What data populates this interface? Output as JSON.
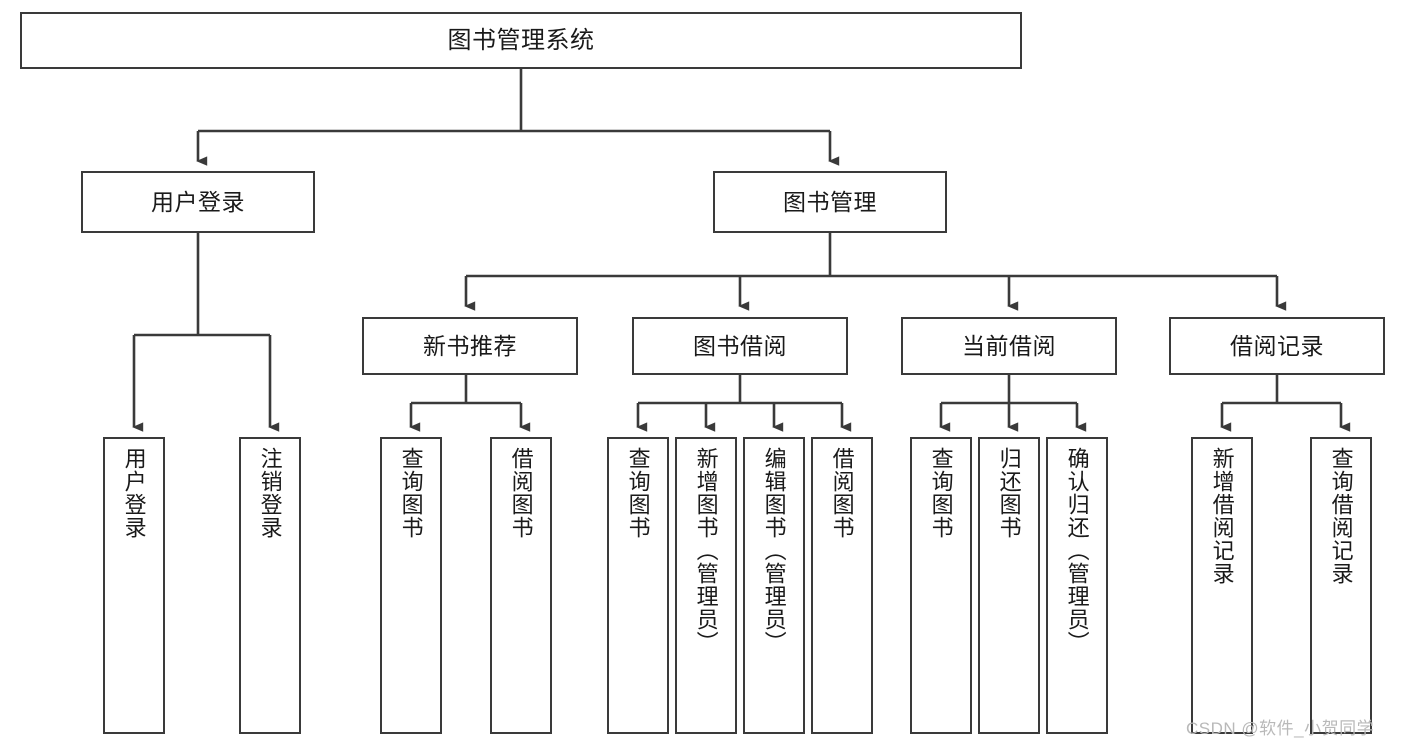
{
  "diagram": {
    "type": "hierarchy-tree",
    "title": "图书管理系统",
    "watermark": "CSDN @软件_小贺同学",
    "colors": {
      "background": "#ffffff",
      "box_border": "#3a3a3a",
      "box_fill": "#ffffff",
      "connector": "#3a3a3a",
      "text": "#1a1a1a",
      "watermark": "#b9b9b9"
    },
    "root": {
      "label": "图书管理系统"
    },
    "level2": [
      {
        "label": "用户登录"
      },
      {
        "label": "图书管理"
      }
    ],
    "level3": [
      {
        "label": "新书推荐"
      },
      {
        "label": "图书借阅"
      },
      {
        "label": "当前借阅"
      },
      {
        "label": "借阅记录"
      }
    ],
    "leaves": {
      "user_login": [
        {
          "label": "用户登录"
        },
        {
          "label": "注销登录"
        }
      ],
      "new_book_recommend": [
        {
          "label": "查询图书"
        },
        {
          "label": "借阅图书"
        }
      ],
      "book_borrow": [
        {
          "label": "查询图书"
        },
        {
          "label": "新增图书（管理员）"
        },
        {
          "label": "编辑图书（管理员）"
        },
        {
          "label": "借阅图书"
        }
      ],
      "current_borrow": [
        {
          "label": "查询图书"
        },
        {
          "label": "归还图书"
        },
        {
          "label": "确认归还（管理员）"
        }
      ],
      "borrow_record": [
        {
          "label": "新增借阅记录"
        },
        {
          "label": "查询借阅记录"
        }
      ]
    }
  }
}
